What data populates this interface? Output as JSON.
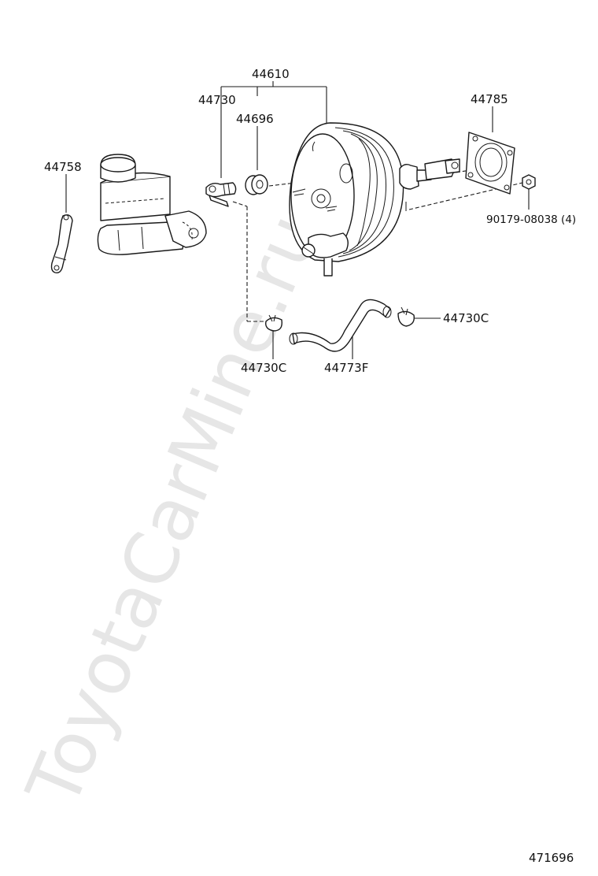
{
  "watermark": "ToyotaCarMine.ru",
  "diagram_id": "471696",
  "callouts": {
    "booster_assembly": "44610",
    "union": "44730",
    "grommet": "44696",
    "bracket": "44758",
    "gasket": "44785",
    "nut": "90179-08038 (4)",
    "clip_right": "44730C",
    "clip_left": "44730C",
    "hose": "44773F"
  }
}
